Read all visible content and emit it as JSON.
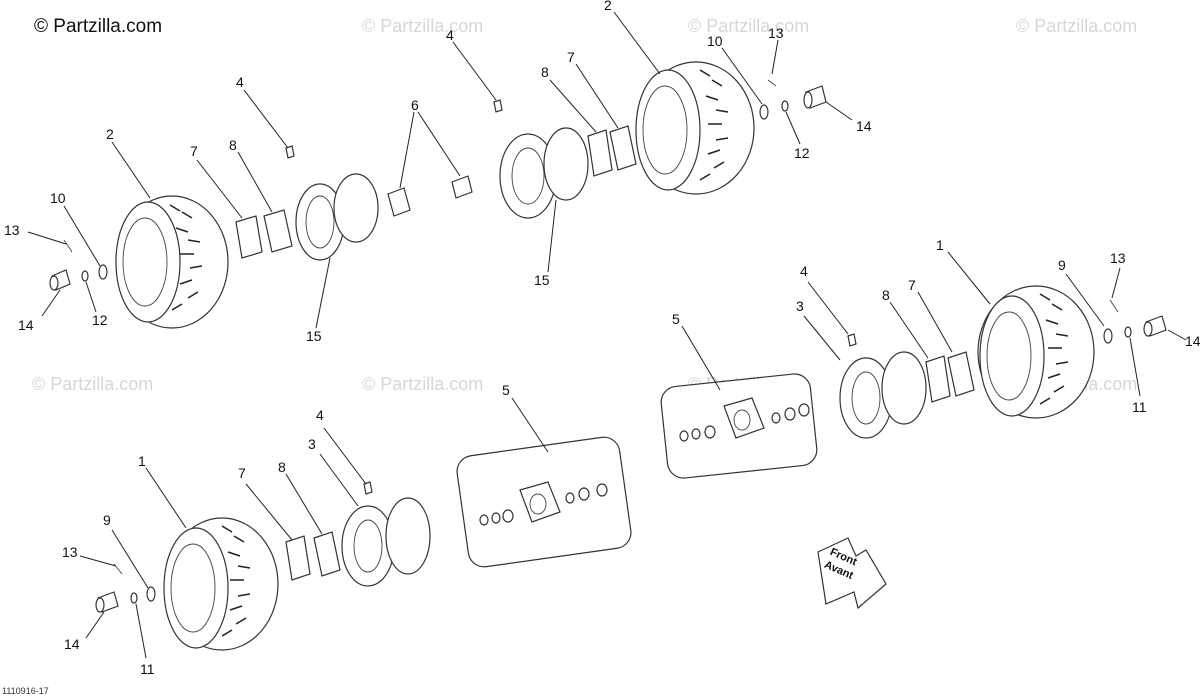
{
  "brand": "© Partzilla.com",
  "watermarks": [
    "© Partzilla.com",
    "© Partzilla.com",
    "© Partzilla.com",
    "© Partzilla.com",
    "© Partzilla.com",
    "© Partzilla.com",
    "© Partzilla.com"
  ],
  "diagram_code": "1110916-17",
  "direction_arrow": {
    "line1": "Front",
    "line2": "Avant"
  },
  "callouts": {
    "tl": [
      "2",
      "7",
      "8",
      "4",
      "6",
      "10",
      "13",
      "14",
      "12",
      "15"
    ],
    "tr": [
      "4",
      "8",
      "7",
      "2",
      "10",
      "13",
      "14",
      "12",
      "15"
    ],
    "bl": [
      "4",
      "1",
      "7",
      "8",
      "3",
      "9",
      "13",
      "14",
      "11"
    ],
    "mid": [
      "5"
    ],
    "br": [
      "1",
      "4",
      "8",
      "7",
      "9",
      "13",
      "5",
      "3",
      "14",
      "11"
    ]
  }
}
